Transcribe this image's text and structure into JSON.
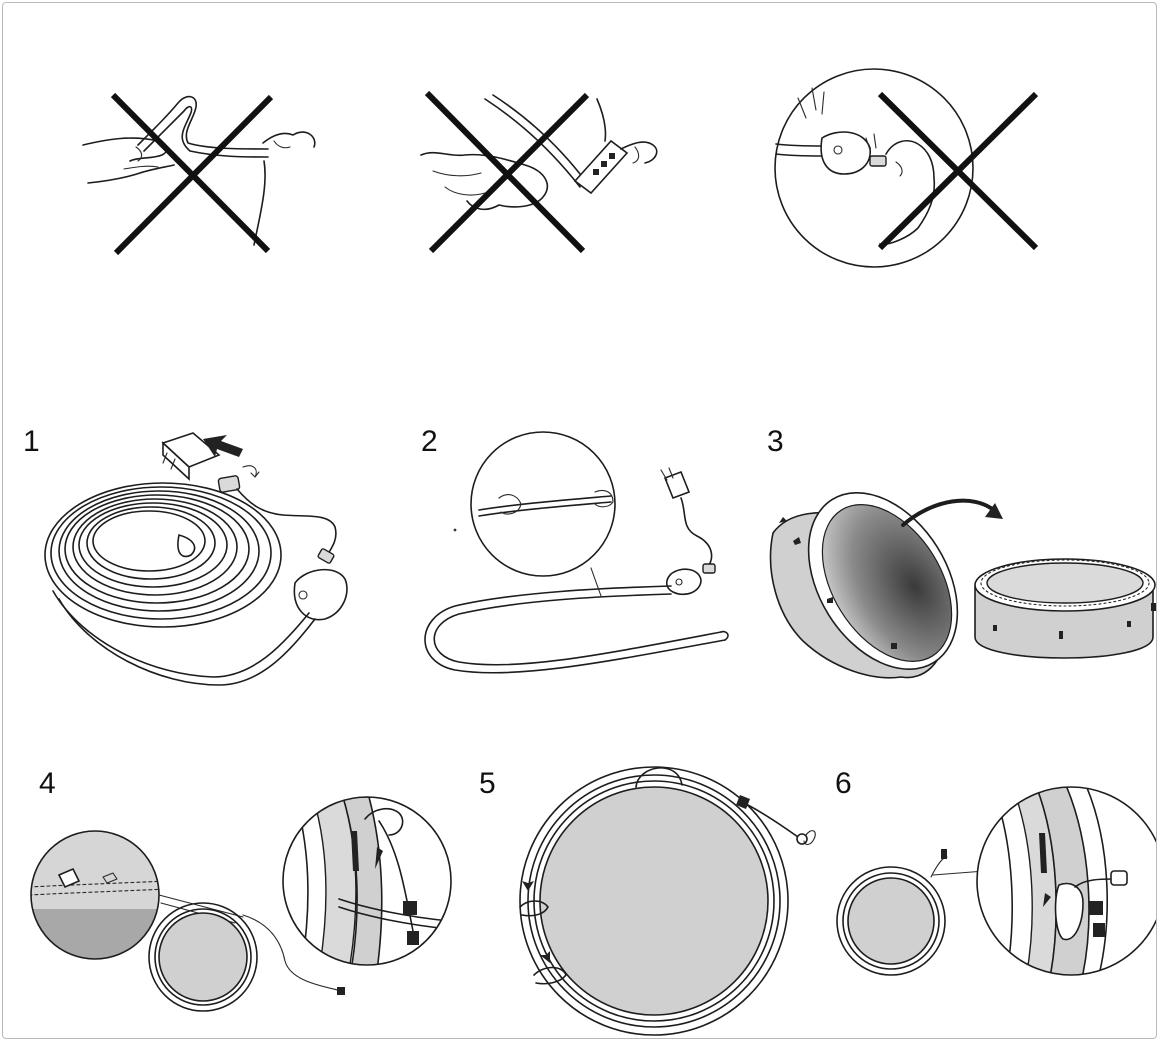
{
  "warnings": [
    {
      "id": "warning-no-bending",
      "icon": "cross-icon"
    },
    {
      "id": "warning-no-cutting",
      "icon": "cross-icon"
    },
    {
      "id": "warning-no-pulling-connector",
      "icon": "cross-icon"
    }
  ],
  "steps": [
    {
      "number": "1"
    },
    {
      "number": "2"
    },
    {
      "number": "3"
    },
    {
      "number": "4"
    },
    {
      "number": "5"
    },
    {
      "number": "6"
    }
  ],
  "colors": {
    "line": "#1d1d1d",
    "fill_grey": "#d0d0d0",
    "frame_border": "#b9b9b9"
  }
}
